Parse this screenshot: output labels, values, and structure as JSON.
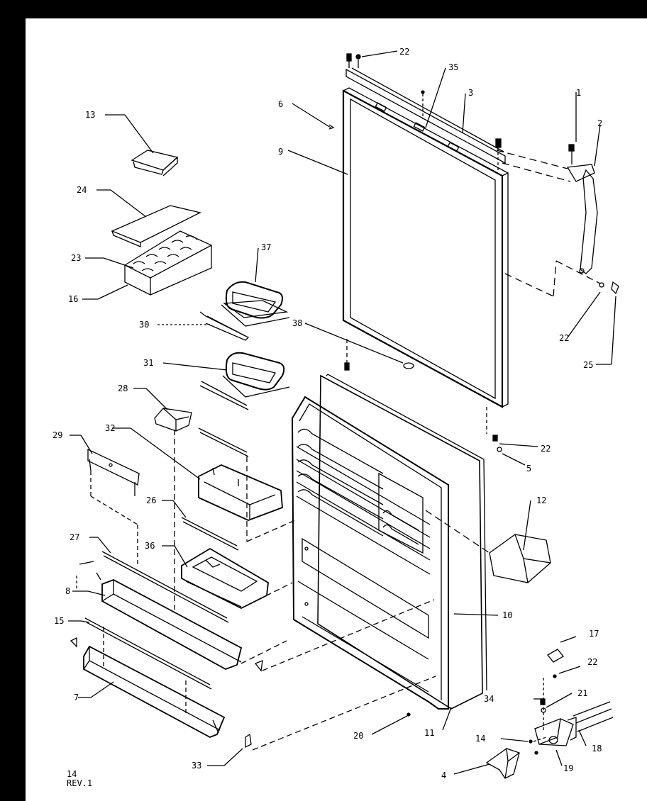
{
  "diagram": {
    "labels": {
      "c1": "1",
      "c2": "2",
      "c3": "3",
      "c4": "4",
      "c5": "5",
      "c6": "6",
      "c7": "7",
      "c8": "8",
      "c9": "9",
      "c10": "10",
      "c11": "11",
      "c12": "12",
      "c13": "13",
      "c14": "14",
      "c15": "15",
      "c16": "16",
      "c17": "17",
      "c18": "18",
      "c19": "19",
      "c20": "20",
      "c21": "21",
      "c22a": "22",
      "c22b": "22",
      "c22c": "22",
      "c22d": "22",
      "c23": "23",
      "c24": "24",
      "c25": "25",
      "c26": "26",
      "c27": "27",
      "c28": "28",
      "c29": "29",
      "c30": "30",
      "c31": "31",
      "c32": "32",
      "c33": "33",
      "c34": "34",
      "c35": "35",
      "c36": "36",
      "c37": "37",
      "c38": "38"
    }
  },
  "footer": {
    "page": "14",
    "revision": "REV.1"
  }
}
